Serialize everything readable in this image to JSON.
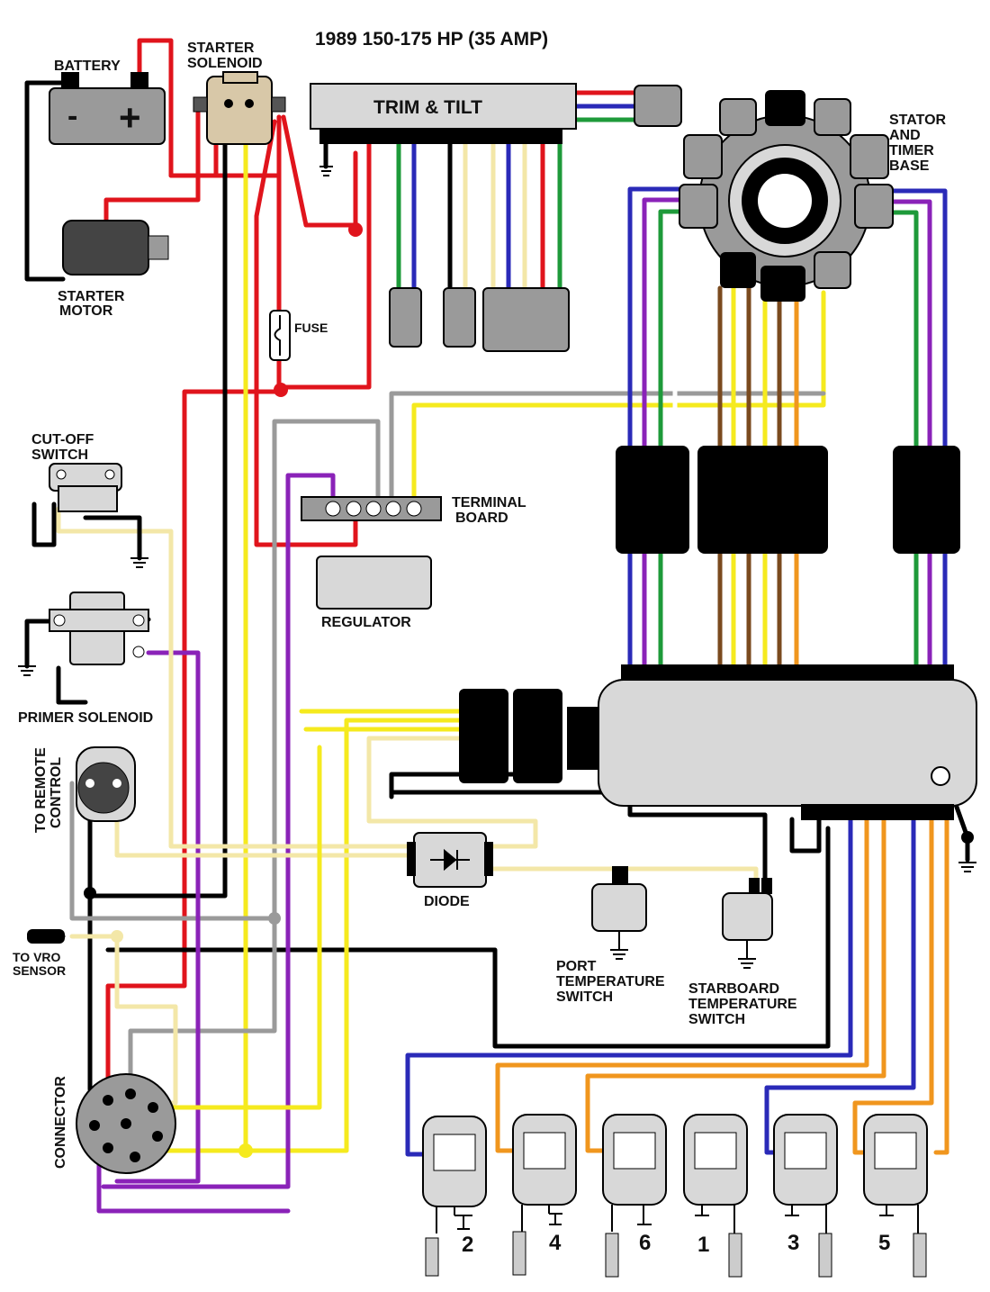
{
  "diagram": {
    "title": "1989 150-175 HP (35 AMP)",
    "labels": {
      "battery": "BATTERY",
      "starter_solenoid": [
        "STARTER",
        "SOLENOID"
      ],
      "trim_tilt": "TRIM & TILT",
      "stator": [
        "STATOR",
        "AND",
        "TIMER",
        "BASE"
      ],
      "starter_motor": [
        "STARTER",
        "MOTOR"
      ],
      "fuse": "FUSE",
      "cutoff_switch": [
        "CUT-OFF",
        "SWITCH"
      ],
      "terminal_board": [
        "TERMINAL",
        "BOARD"
      ],
      "regulator": "REGULATOR",
      "primer_solenoid": "PRIMER SOLENOID",
      "remote_control": [
        "TO REMOTE",
        "CONTROL"
      ],
      "diode": "DIODE",
      "vro_sensor": [
        "TO VRO",
        "SENSOR"
      ],
      "port_switch": [
        "PORT",
        "TEMPERATURE",
        "SWITCH"
      ],
      "starboard_switch": [
        "STARBOARD",
        "TEMPERATURE",
        "SWITCH"
      ],
      "connector": "CONNECTOR",
      "battery_minus": "-",
      "battery_plus": "+"
    },
    "coil_numbers": [
      "2",
      "4",
      "6",
      "1",
      "3",
      "5"
    ],
    "colors": {
      "red": "#e0141c",
      "yellow": "#f5ea1e",
      "tan": "#f3e7a8",
      "purple": "#8a22b8",
      "gray": "#9a9a9a",
      "blue": "#2a2ab8",
      "green": "#1e9a3a",
      "orange": "#f0961e",
      "brown": "#7a4a1e",
      "black": "#000000",
      "component_gray": "#d8d8d8"
    }
  }
}
